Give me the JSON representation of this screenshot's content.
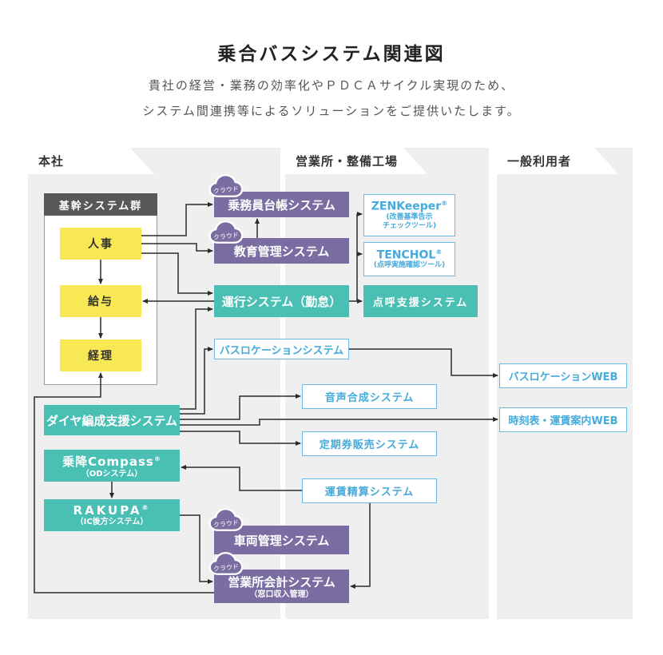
{
  "page_title": "乗合バスシステム関連図",
  "subtitle": {
    "line1": "貴社の経営・業務の効率化やＰＤＣＡサイクル実現のため、",
    "line2": "システム間連携等によるソリューションをご提供いたします。"
  },
  "columns": {
    "head_office": "本社",
    "branch": "営業所・整備工場",
    "public": "一般利用者"
  },
  "core_group": {
    "header": "基幹システム群",
    "hr": "人事",
    "payroll": "給与",
    "accounting": "経理"
  },
  "cloud_label": "クラウド",
  "nodes": {
    "crew_ledger": {
      "title": "乗務員台帳システム"
    },
    "education": {
      "title": "教育管理システム"
    },
    "operation": {
      "title": "運行システム（勤怠）"
    },
    "zenkeeper": {
      "title": "ZENKeeper",
      "reg": "®",
      "sub1": "(改善基準告示",
      "sub2": "チェックツール)"
    },
    "tenchol": {
      "title": "TENCHOL",
      "reg": "®",
      "sub1": "(点呼実施確認ツール)"
    },
    "tenko_support": {
      "title": "点呼支援システム"
    },
    "bus_location": {
      "title": "バスロケーションシステム"
    },
    "voice_synth": {
      "title": "音声合成システム"
    },
    "pass_sales": {
      "title": "定期券販売システム"
    },
    "fare_settlement": {
      "title": "運賃精算システム"
    },
    "diagram_support": {
      "title": "ダイヤ編成支援システム"
    },
    "compass": {
      "title": "乗降Compass",
      "reg": "®",
      "sub": "（ODシステム）"
    },
    "rakupa": {
      "title": "RAKUPA",
      "reg": "®",
      "sub": "（IC後方システム）"
    },
    "vehicle_mgmt": {
      "title": "車両管理システム"
    },
    "office_accounting": {
      "title": "営業所会計システム",
      "sub": "（窓口収入管理）"
    },
    "bus_location_web": {
      "title": "バスロケーションWEB"
    },
    "timetable_web": {
      "title": "時刻表・運賃案内WEB"
    }
  },
  "colors": {
    "purple": "#796da2",
    "teal": "#4abfb4",
    "yellow": "#f8e854",
    "blue_text": "#45aadc",
    "blue_border": "#6cb9e2",
    "panel_gray": "#f0efef",
    "dark_header": "#595757",
    "line": "#2b2b2b"
  }
}
